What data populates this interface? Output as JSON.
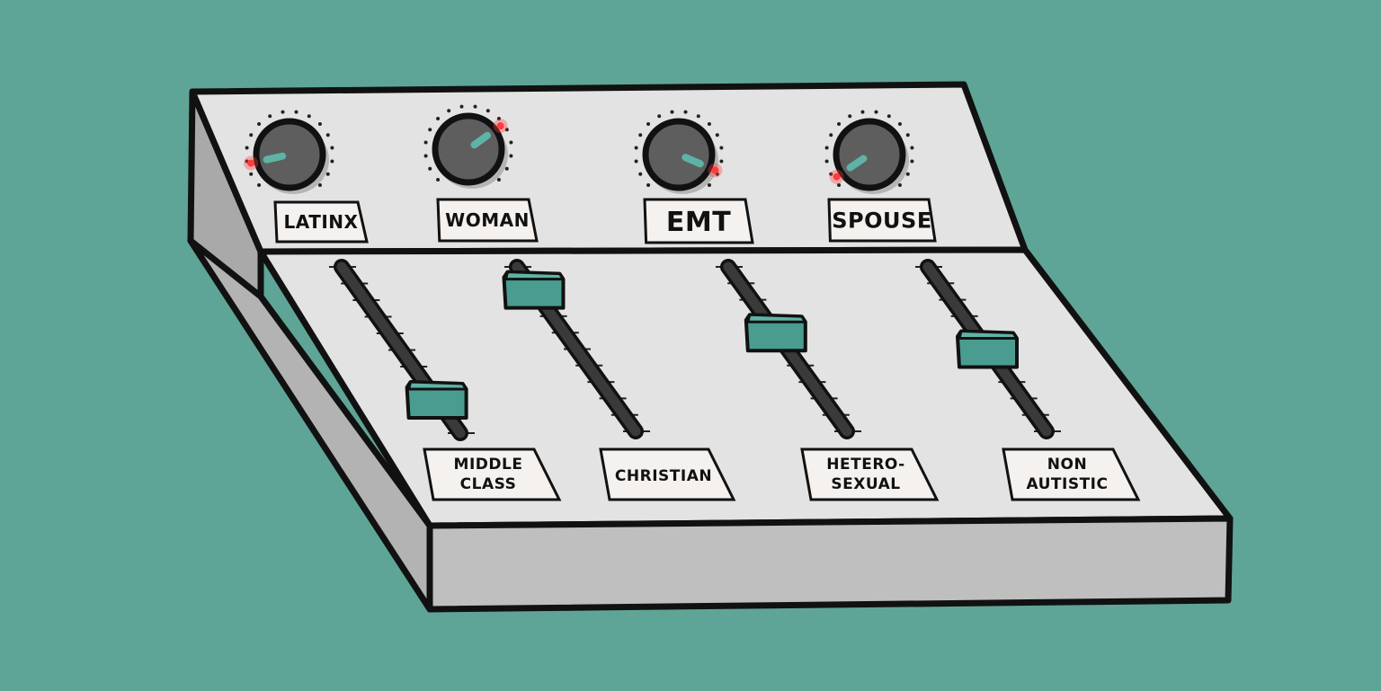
{
  "colors": {
    "background": "#5fa597",
    "panel_top": "#e2e3e2",
    "panel_side": "#bfbfbf",
    "panel_side_dark": "#a9a9a9",
    "outline": "#111111",
    "knob": "#5e5e5e",
    "accent_teal": "#5fb3a6",
    "indicator_red": "#ff3b3b",
    "label_card": "#f4f1ee"
  },
  "knobs": [
    {
      "label": "LATINX",
      "level": 0.12
    },
    {
      "label": "WOMAN",
      "level": 0.7
    },
    {
      "label": "EMT",
      "level": 0.92
    },
    {
      "label": "SPOUSE",
      "level": 0.04
    }
  ],
  "faders": [
    {
      "label_lines": [
        "MIDDLE",
        "CLASS"
      ],
      "level": 0.2
    },
    {
      "label_lines": [
        "CHRISTIAN"
      ],
      "level": 0.86
    },
    {
      "label_lines": [
        "HETERO-",
        "SEXUAL"
      ],
      "level": 0.6
    },
    {
      "label_lines": [
        "NON",
        "AUTISTIC"
      ],
      "level": 0.5
    }
  ]
}
